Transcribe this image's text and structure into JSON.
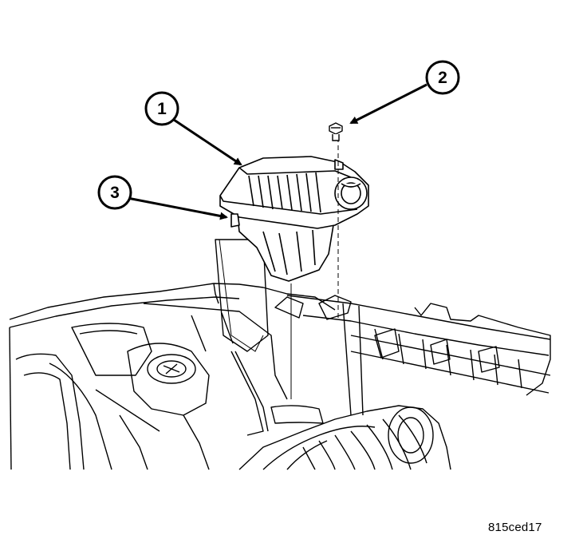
{
  "callouts": [
    {
      "number": "1"
    },
    {
      "number": "2"
    },
    {
      "number": "3"
    }
  ],
  "figure_id": "815ced17"
}
